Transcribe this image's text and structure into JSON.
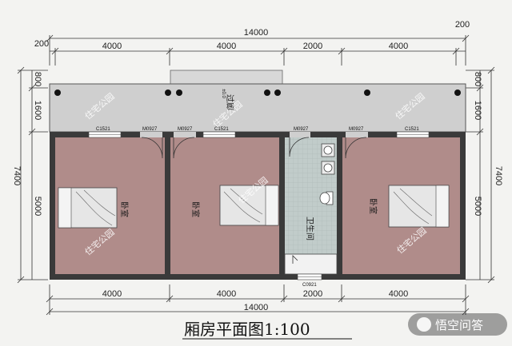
{
  "title": "厢房平面图1:100",
  "brand_text": "悟空问答",
  "watermark_text": "住宅公园",
  "rooms": {
    "bedroom_left": "卧室",
    "bedroom_mid": "卧室",
    "bedroom_right": "卧室",
    "bathroom": "卫生间",
    "corridor": "过廊",
    "corridor_mark": "±0.0"
  },
  "dims": {
    "top_total": "14000",
    "top_left_offset": "200",
    "top_right_offset": "200",
    "top_segments": [
      "4000",
      "4000",
      "2000",
      "4000"
    ],
    "bottom_segments": [
      "4000",
      "4000",
      "2000",
      "4000"
    ],
    "bottom_total": "14000",
    "left_total": "7400",
    "left_segments": [
      "800",
      "1600",
      "5000"
    ],
    "right_total": "7400",
    "right_segments": [
      "800",
      "1600",
      "5000"
    ]
  },
  "tags": {
    "window_1": "C1521",
    "door_1": "M0927",
    "door_2": "M0927",
    "window_2": "C1521",
    "door_3": "M0927",
    "door_4": "M0927",
    "window_3": "C1521",
    "window_bath": "C0921"
  },
  "colors": {
    "room_fill": "#b08c8a",
    "bath_fill": "#c1ccca",
    "corridor_fill": "#cfcfcf",
    "wall": "#333333",
    "bg": "#f3f3f1"
  }
}
